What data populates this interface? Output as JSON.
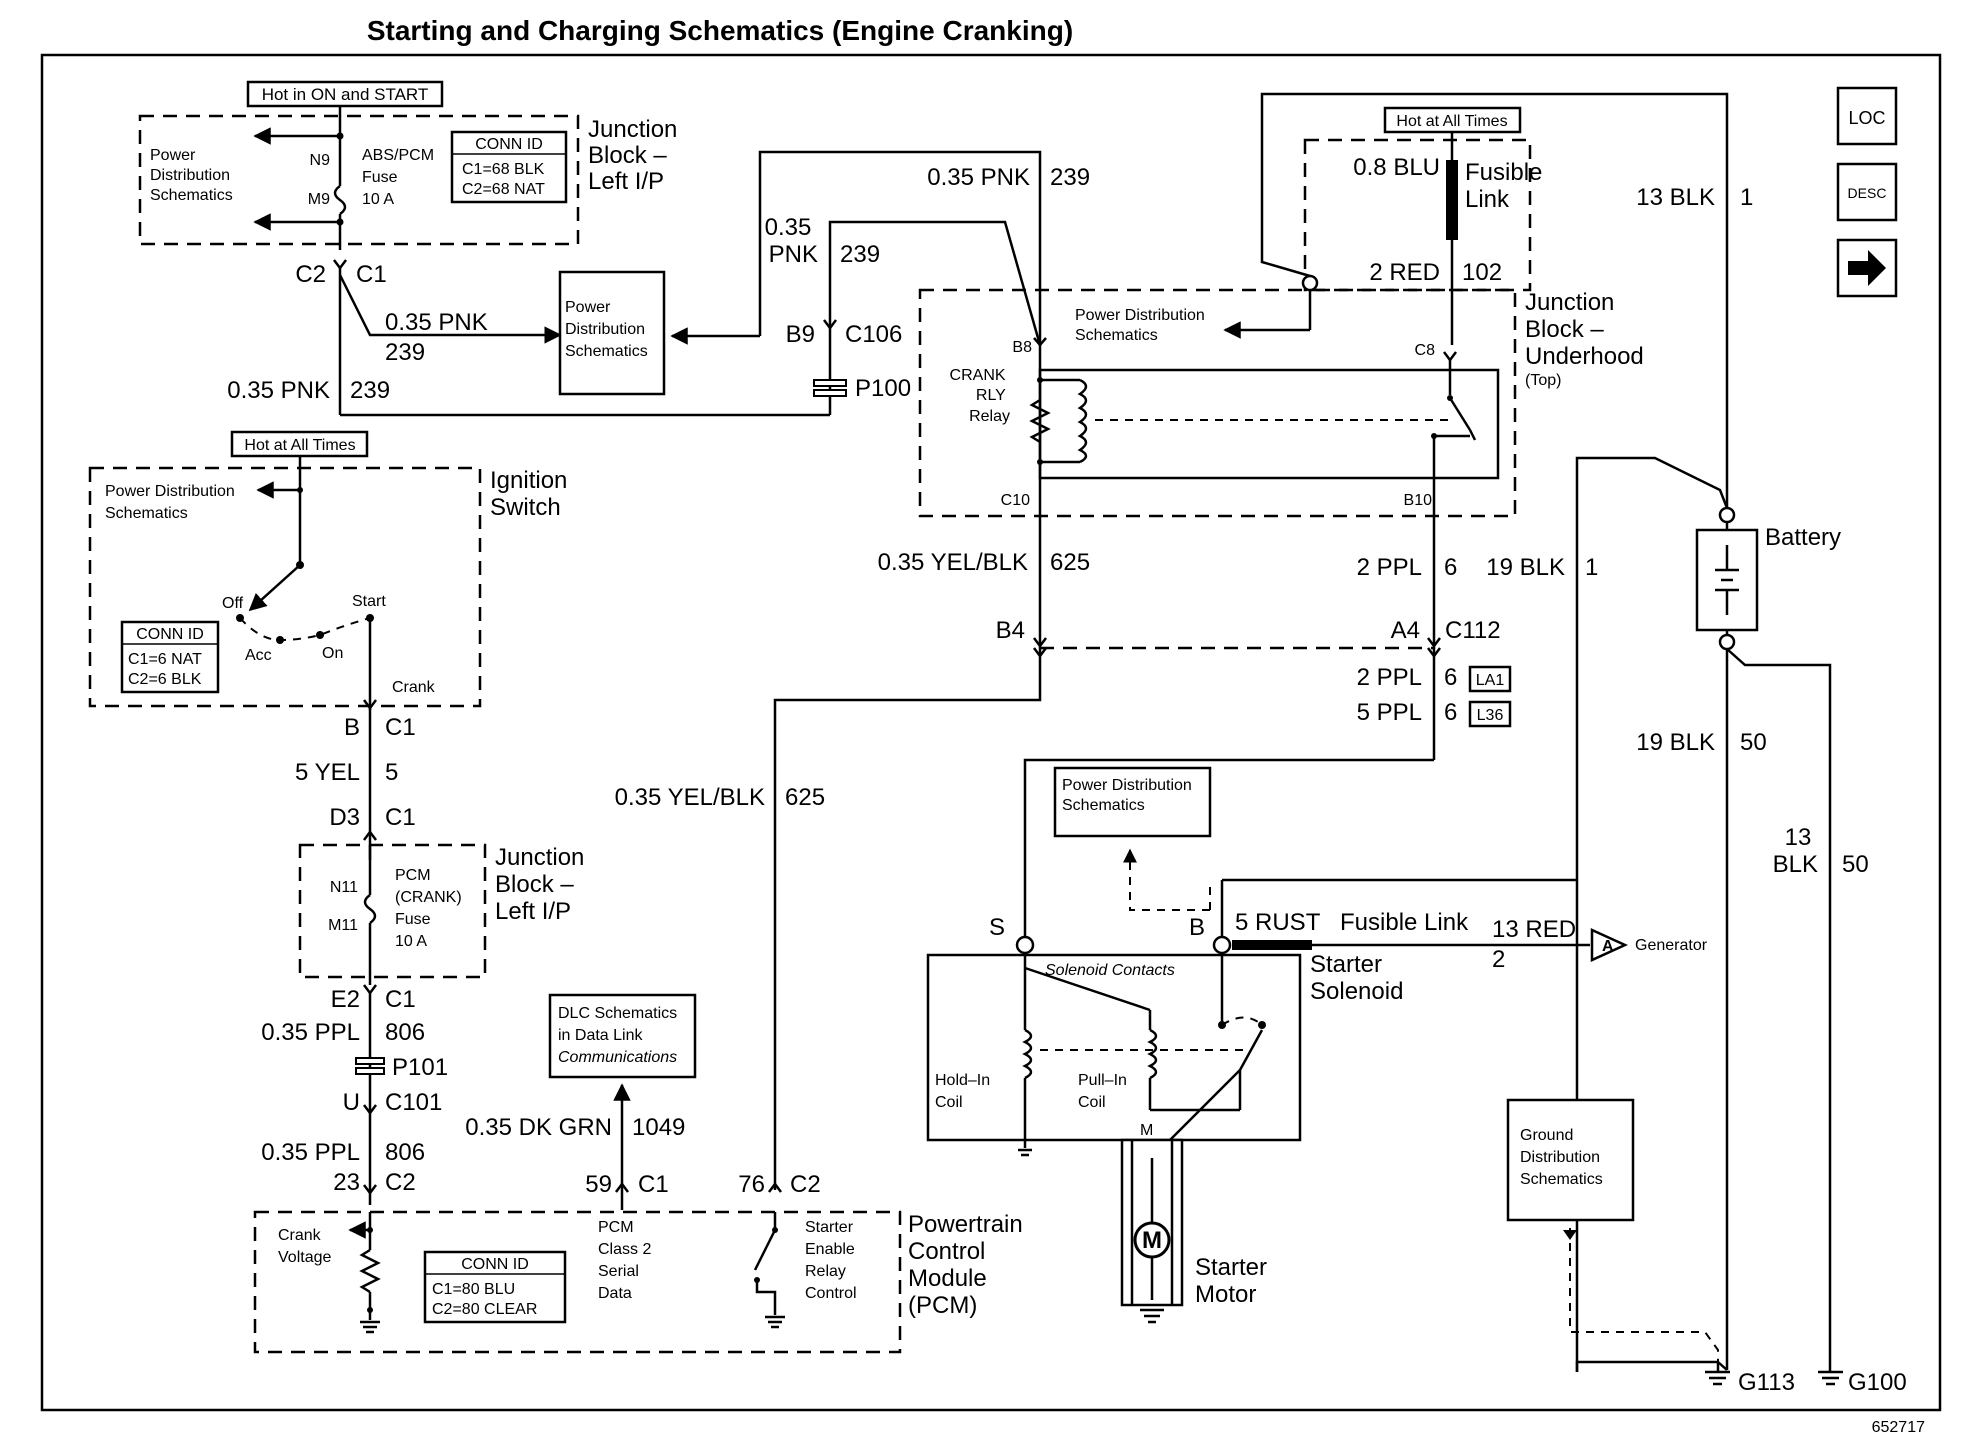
{
  "title": "Starting and Charging Schematics (Engine Cranking)",
  "figure_number": "652717",
  "nav": {
    "loc": "LOC",
    "desc": "DESC"
  },
  "jb_left_top": {
    "hot_label": "Hot in ON and START",
    "label": [
      "Junction",
      "Block –",
      "Left I/P"
    ],
    "pds_label": [
      "Power",
      "Distribution",
      "Schematics"
    ],
    "pin_top": "N9",
    "pin_bottom": "M9",
    "fuse": [
      "ABS/PCM",
      "Fuse",
      "10 A"
    ],
    "conn_title": "CONN ID",
    "conn_rows": [
      "C1=68 BLK",
      "C2=68 NAT"
    ],
    "conn_left": "C2",
    "conn_right": "C1"
  },
  "wires": {
    "pnk_a_size": "0.35 PNK",
    "pnk_a_circuit": "239",
    "pnk_b_size": "0.35 PNK",
    "pnk_b_circuit": "239",
    "pnk_c_size": "0.35 PNK",
    "pnk_c_circuit": "239",
    "pnk_d_size": [
      "0.35",
      "PNK"
    ],
    "pnk_d_circuit": "239",
    "yel_size": "5 YEL",
    "yel_circuit": "5",
    "ppl_a_size": "0.35 PPL",
    "ppl_a_circuit": "806",
    "ppl_b_size": "0.35 PPL",
    "ppl_b_circuit": "806",
    "dkgrn_size": "0.35 DK GRN",
    "dkgrn_circuit": "1049",
    "yelblk_a_size": "0.35 YEL/BLK",
    "yelblk_a_circuit": "625",
    "yelblk_b_size": "0.35 YEL/BLK",
    "yelblk_b_circuit": "625",
    "blu_size": "0.8 BLU",
    "red_size": "2 RED",
    "red_circuit": "102",
    "blk13_size": "13 BLK",
    "blk13_circuit": "1",
    "ppl2_size": "2 PPL",
    "ppl2_circuit": "6",
    "blk19_size": "19 BLK",
    "blk19_circuit": "1",
    "ppl2b_size": "2 PPL",
    "ppl2b_circuit": "6",
    "ppl5_size": "5 PPL",
    "ppl5_circuit": "6",
    "blk19b_size": "19 BLK",
    "blk19b_circuit": "50",
    "blk13b_size": [
      "13",
      "BLK"
    ],
    "blk13b_circuit": "50",
    "rust_size": "5 RUST",
    "red13_size": "13 RED",
    "red13_circuit": "2"
  },
  "pds_mid": [
    "Power",
    "Distribution",
    "Schematics"
  ],
  "connectors": {
    "b9": "B9",
    "c106": "C106",
    "p100": "P100",
    "b_pin": "B",
    "c1_a": "C1",
    "d3": "D3",
    "c1_b": "C1",
    "e2": "E2",
    "c1_c": "C1",
    "p101": "P101",
    "u": "U",
    "c101": "C101",
    "pin23": "23",
    "c2_a": "C2",
    "pin59": "59",
    "c1_d": "C1",
    "pin76": "76",
    "c2_b": "C2",
    "b4": "B4",
    "a4": "A4",
    "c112": "C112",
    "la1": "LA1",
    "l36": "L36",
    "g113": "G113",
    "g100": "G100"
  },
  "ignition": {
    "hot_label": "Hot at All Times",
    "pds_label": [
      "Power Distribution",
      "Schematics"
    ],
    "label": [
      "Ignition",
      "Switch"
    ],
    "off": "Off",
    "acc": "Acc",
    "on": "On",
    "start": "Start",
    "crank": "Crank",
    "conn_title": "CONN ID",
    "conn_rows": [
      "C1=6 NAT",
      "C2=6 BLK"
    ]
  },
  "jb_left_bottom": {
    "label": [
      "Junction",
      "Block –",
      "Left I/P"
    ],
    "pin_top": "N11",
    "pin_bottom": "M11",
    "fuse": [
      "PCM",
      "(CRANK)",
      "Fuse",
      "10 A"
    ]
  },
  "dlc": [
    "DLC Schematics",
    "in Data Link",
    "Communications"
  ],
  "pcm": {
    "label": [
      "Powertrain",
      "Control",
      "Module",
      "(PCM)"
    ],
    "crank_voltage": [
      "Crank",
      "Voltage"
    ],
    "conn_title": "CONN ID",
    "conn_rows": [
      "C1=80 BLU",
      "C2=80 CLEAR"
    ],
    "serial": [
      "PCM",
      "Class 2",
      "Serial",
      "Data"
    ],
    "relay_control": [
      "Starter",
      "Enable",
      "Relay",
      "Control"
    ]
  },
  "jb_underhood": {
    "label": [
      "Junction",
      "Block –",
      "Underhood"
    ],
    "top_note": "(Top)",
    "hot_label": "Hot at All Times",
    "fusible": [
      "Fusible",
      "Link"
    ],
    "pds_label": [
      "Power Distribution",
      "Schematics"
    ],
    "relay": [
      "CRANK",
      "RLY",
      "Relay"
    ],
    "pins": {
      "b8": "B8",
      "c8": "C8",
      "c10": "C10",
      "b10": "B10"
    }
  },
  "battery": "Battery",
  "starter": {
    "pds": [
      "Power Distribution",
      "Schematics"
    ],
    "s_terminal": "S",
    "b_terminal": "B",
    "fusible_link": "Fusible Link",
    "solenoid": [
      "Starter",
      "Solenoid"
    ],
    "contacts": "Solenoid Contacts",
    "hold_in": [
      "Hold–In",
      "Coil"
    ],
    "pull_in": [
      "Pull–In",
      "Coil"
    ],
    "m_terminal": "M",
    "motor_symbol": "M",
    "motor": [
      "Starter",
      "Motor"
    ]
  },
  "generator": {
    "connector": "A",
    "label": "Generator"
  },
  "ground_dist": [
    "Ground",
    "Distribution",
    "Schematics"
  ]
}
